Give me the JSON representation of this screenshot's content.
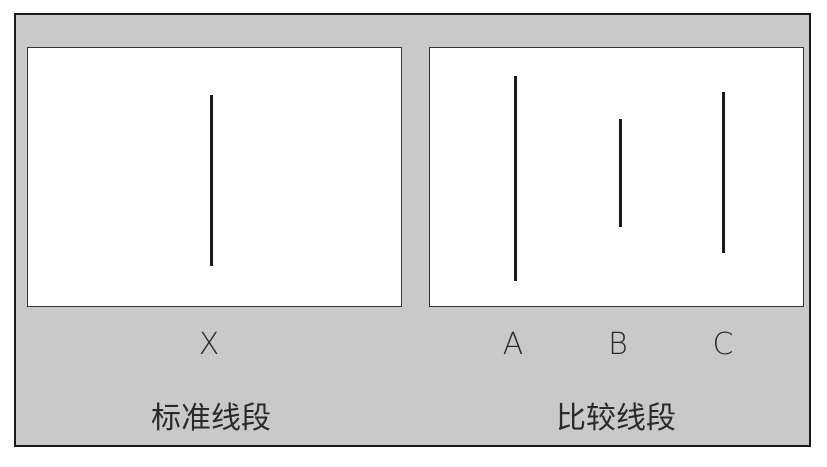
{
  "standard": {
    "letter": "X",
    "caption": "标准线段"
  },
  "comparison": {
    "letters": [
      "A",
      "B",
      "C"
    ],
    "caption": "比较线段"
  },
  "colors": {
    "background": "#c9c9c9",
    "panel": "#ffffff",
    "line": "#1a1a1a",
    "border": "#1a1a1a"
  }
}
